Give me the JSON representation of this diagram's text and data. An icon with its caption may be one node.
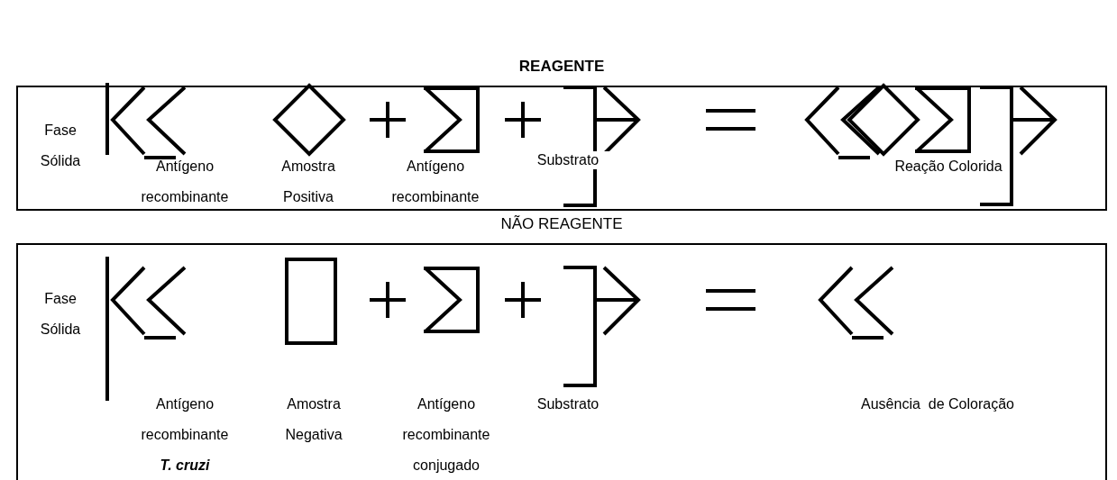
{
  "diagram": {
    "nodes": [
      {
        "text": [
          "REAGENTE"
        ]
      },
      {
        "text": [
          "NÃO REAGENTE"
        ]
      }
    ],
    "labels": [
      "Fase Sólida",
      "Antígeno recombinante",
      "Amostra Positiva",
      "Antígeno recombinante",
      "Substrato",
      "Reação Colorida",
      "Fase Sólida",
      "Antígeno recombinante **T. cruzi**",
      "Amostra Negativa",
      "Antígeno recombinante conjugado",
      "Substrato",
      "Ausência  de Coloração"
    ]
  }
}
